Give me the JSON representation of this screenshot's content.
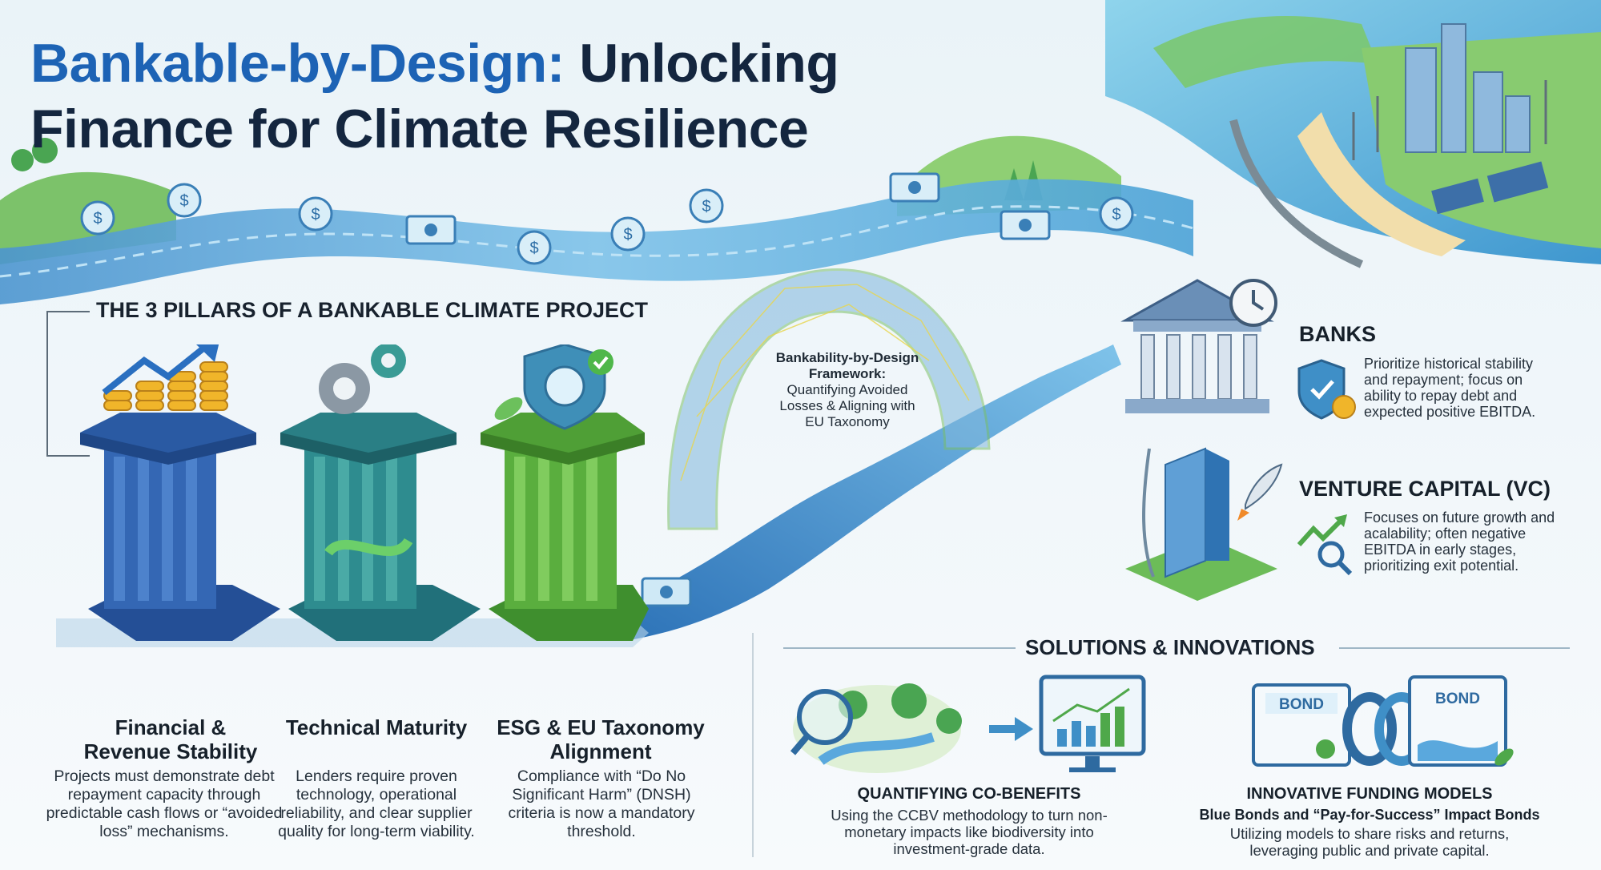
{
  "title": {
    "line1_blue": "Bankable-by-Design:",
    "line1_dark": " Unlocking",
    "line2_dark_a": "Finance",
    "line2_dark_b": " for Climate Resilience"
  },
  "pillars": {
    "heading": "THE 3 PILLARS OF A BANKABLE CLIMATE PROJECT",
    "items": [
      {
        "title": "Financial & Revenue Stability",
        "desc": "Projects must demonstrate debt repayment capacity through predictable cash flows or “avoided loss” mechanisms."
      },
      {
        "title": "Technical Maturity",
        "desc": "Lenders require proven technology, operational reliability, and clear supplier quality for long-term viability."
      },
      {
        "title": "ESG & EU Taxonomy Alignment",
        "desc": "Compliance with “Do No Significant Harm” (DNSH) criteria is now a mandatory threshold."
      }
    ]
  },
  "framework": {
    "bold": "Bankability-by-Design Framework:",
    "rest": "Quantifying Avoided Losses & Aligning with EU Taxonomy"
  },
  "investors": [
    {
      "title": "BANKS",
      "desc": "Prioritize historical stability and repayment; focus on ability to repay debt and expected positive EBITDA."
    },
    {
      "title": "VENTURE CAPITAL (VC)",
      "desc": "Focuses on future growth and acalability; often negative EBITDA in early stages, prioritizing exit potential."
    }
  ],
  "solutions": {
    "heading": "SOLUTIONS & INNOVATIONS",
    "items": [
      {
        "title": "QUANTIFYING CO-BENEFITS",
        "subtitle": "",
        "desc": "Using the CCBV methodology to turn non-monetary impacts like biodiversity into investment-grade data."
      },
      {
        "title": "INNOVATIVE FUNDING MODELS",
        "subtitle": "Blue Bonds and “Pay-for-Success” Impact Bonds",
        "desc": "Utilizing models to share risks and returns, leveraging public and private capital."
      }
    ],
    "bond_label": "BOND",
    "bond_label_2": "BOND"
  },
  "icons": {
    "coin_symbol": "$"
  },
  "colors": {
    "title_blue": "#1d63b5",
    "title_dark": "#14263f",
    "pillar_blue": "#2f5fa8",
    "pillar_teal": "#2e8f8a",
    "pillar_green": "#5aae3e",
    "river": "#5aa8dd"
  }
}
